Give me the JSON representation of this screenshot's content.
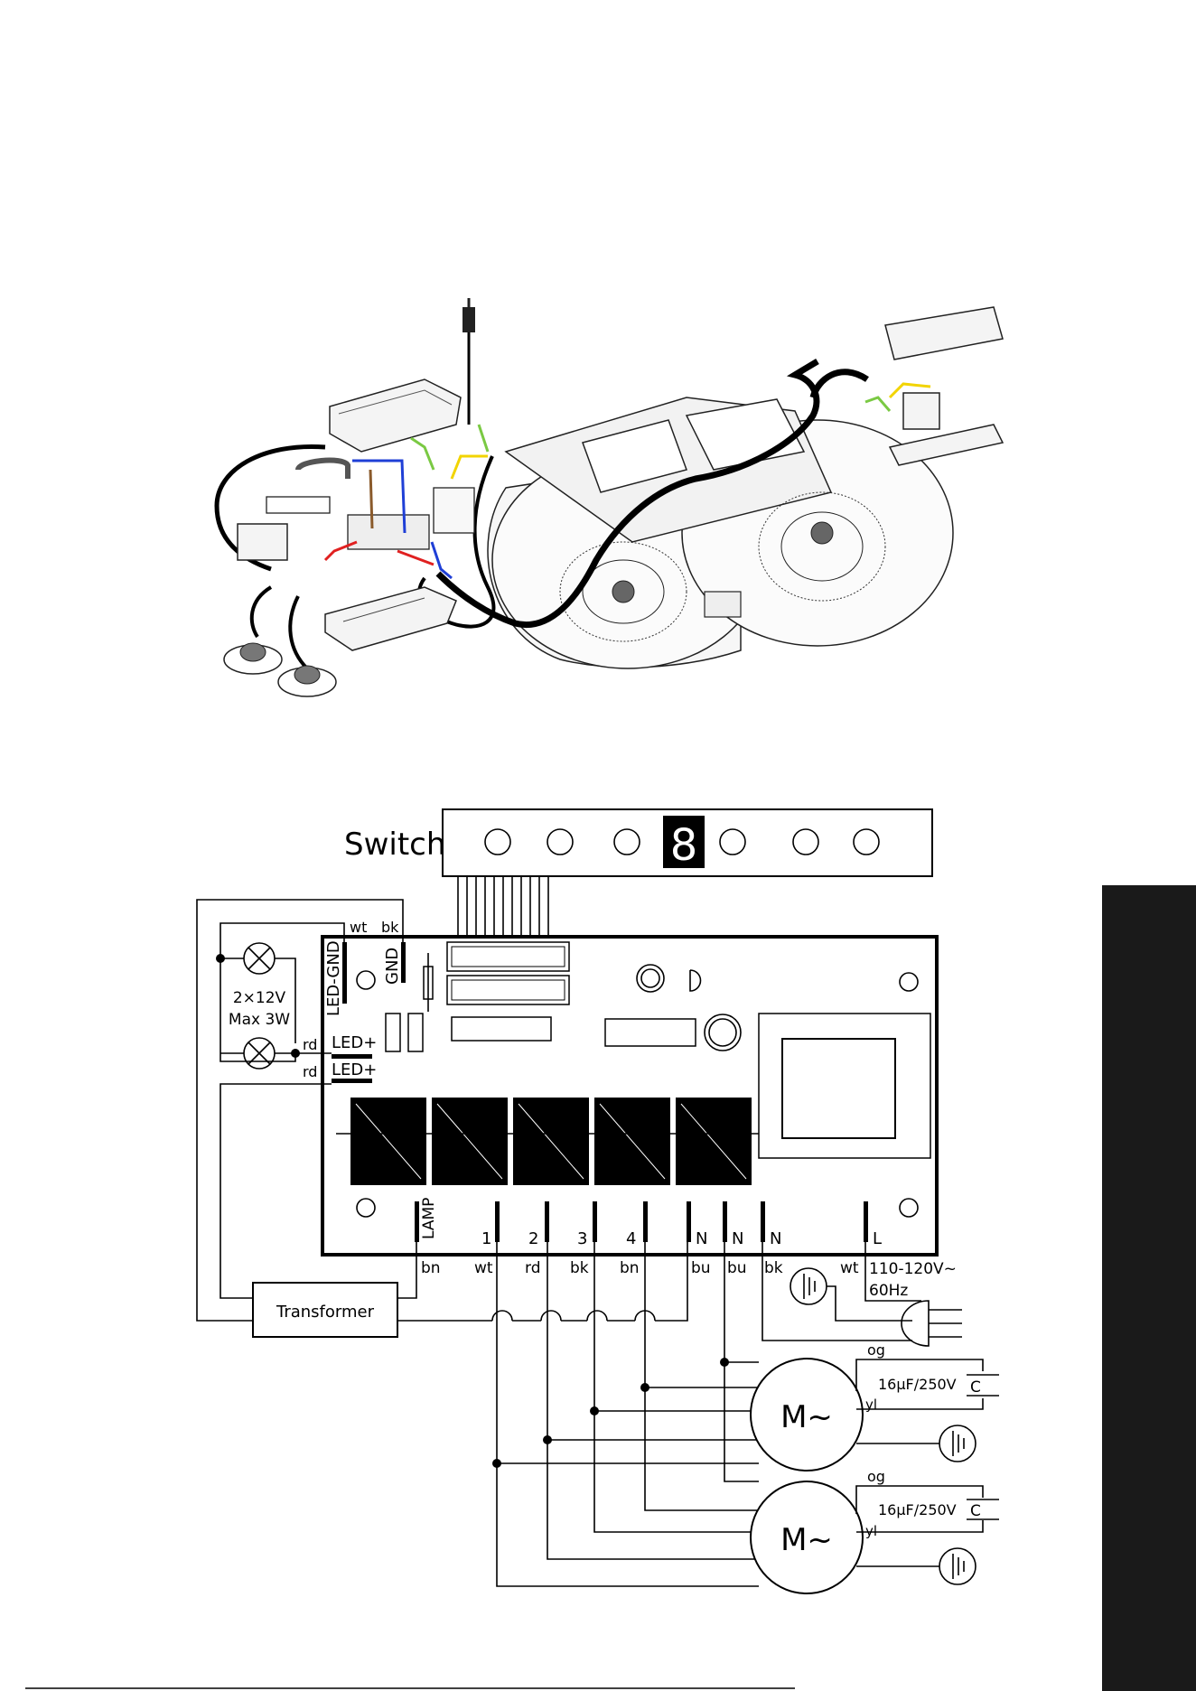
{
  "switch_panel": {
    "title": "Switch",
    "digit": "8"
  },
  "lamps": {
    "spec_line1": "2×12V",
    "spec_line2": "Max 3W"
  },
  "board_labels": {
    "led_gnd": "LED-GND",
    "gnd": "GND",
    "led_plus_1": "LED+",
    "led_plus_2": "LED+",
    "lamp": "LAMP",
    "t1": "1",
    "t2": "2",
    "t3": "3",
    "t4": "4",
    "n1": "N",
    "n2": "N",
    "n3": "N",
    "l": "L"
  },
  "wire_colors_top": {
    "wt": "wt",
    "bk": "bk"
  },
  "wire_colors_left": {
    "rd1": "rd",
    "rd2": "rd"
  },
  "wire_colors_bottom": [
    "bn",
    "wt",
    "rd",
    "bk",
    "bn",
    "bu",
    "bu",
    "bk",
    "wt"
  ],
  "transformer": {
    "label": "Transformer"
  },
  "power": {
    "voltage": "110-120V~",
    "freq": "60Hz"
  },
  "motors": [
    {
      "label": "M~",
      "cap_wire": "og",
      "cap_spec": "16µF/250V",
      "cap_letter": "C",
      "yl": "yl"
    },
    {
      "label": "M~",
      "cap_wire": "og",
      "cap_spec": "16µF/250V",
      "cap_letter": "C",
      "yl": "yl"
    }
  ],
  "colors": {
    "wire_blue": "#1f3fd6",
    "wire_red": "#e02020",
    "wire_yellow": "#f2d400",
    "wire_green": "#7ac943",
    "wire_brown": "#8a5a2b"
  }
}
